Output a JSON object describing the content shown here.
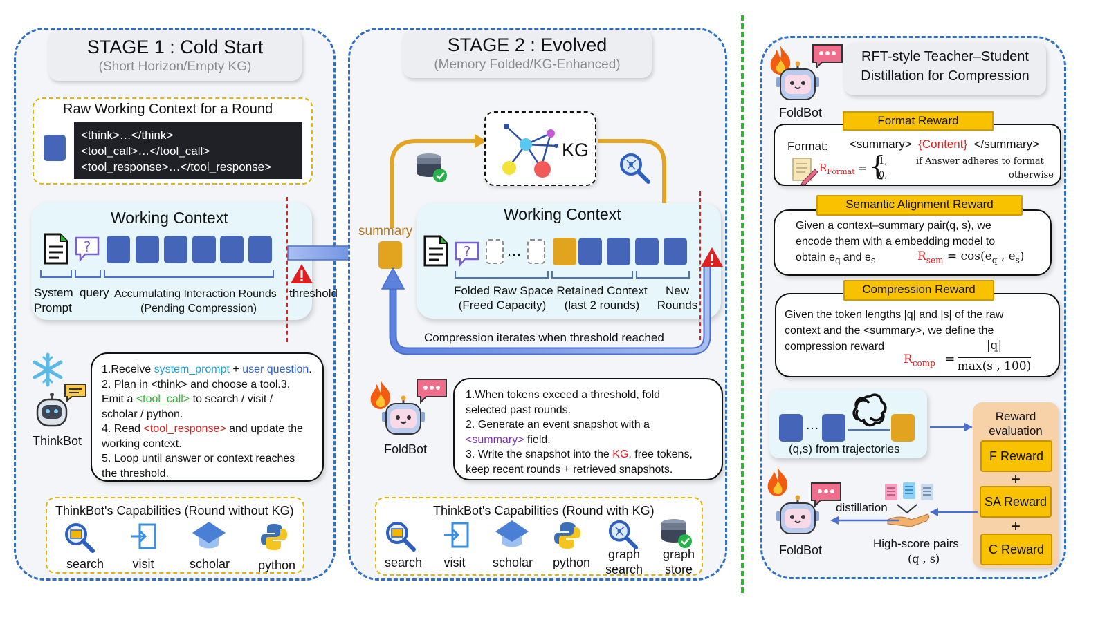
{
  "stage1": {
    "title": "STAGE 1 : Cold Start",
    "subtitle": "(Short Horizon/Empty KG)",
    "raw_context": {
      "title": "Raw Working Context for a Round",
      "lines": [
        "<think>…</think>",
        "<tool_call>…</tool_call>",
        "<tool_response>…</tool_response>"
      ]
    },
    "working_context": {
      "title": "Working Context",
      "system_prompt": "System\nPrompt",
      "query": "query",
      "accumulating": "Accumulating Interaction Rounds",
      "pending": "(Pending Compression)",
      "threshold": "threshold"
    },
    "bot_name": "ThinkBot",
    "steps": {
      "s1_a": "1.Receive ",
      "s1_sys": "system_prompt",
      "s1_plus": " + ",
      "s1_user": "user question",
      "s1_end": ".",
      "s2": "2. Plan in <think> and choose a tool.3.",
      "s3_a": "Emit a ",
      "s3_tool": "<tool_call>",
      "s3_b": " to search / visit /",
      "s3_c": "scholar / python.",
      "s4_a": "4. Read ",
      "s4_tool": "<tool_response>",
      "s4_b": " and update the",
      "s4_c": "working context.",
      "s5_a": "5. Loop until answer or context reaches",
      "s5_b": "the threshold."
    },
    "capabilities": {
      "title": "ThinkBot's Capabilities (Round without KG)",
      "items": [
        "search",
        "visit",
        "scholar",
        "python"
      ]
    }
  },
  "stage2": {
    "title": "STAGE 2 : Evolved",
    "subtitle": "(Memory Folded/KG-Enhanced)",
    "kg": "KG",
    "summary": "summary",
    "working_context": {
      "title": "Working Context",
      "folded": "Folded Raw Space",
      "folded_sub": "(Freed Capacity)",
      "retained": "Retained Context",
      "retained_sub": "(last 2 rounds)",
      "new": "New",
      "new_sub": "Rounds"
    },
    "loop_label": "Compression iterates when threshold reached",
    "bot_name": "FoldBot",
    "steps": {
      "s1_a": "1.When tokens exceed a threshold, fold",
      "s1_b": "selected past rounds.",
      "s2_a": "2. Generate an event snapshot with a",
      "s2_tag": "<summary>",
      "s2_b": " field.",
      "s3_a": "3. Write the snapshot into the ",
      "s3_kg": "KG",
      "s3_b": ", free tokens,",
      "s3_c": "keep recent rounds + retrieved snapshots."
    },
    "capabilities": {
      "title": "ThinkBot's Capabilities (Round with KG)",
      "items": [
        "search",
        "visit",
        "scholar",
        "python",
        "graph\nsearch",
        "graph\nstore"
      ]
    }
  },
  "stage3": {
    "title_a": "RFT-style Teacher–Student",
    "title_b": "Distillation for Compression",
    "bot_name": "FoldBot",
    "format_reward": {
      "tag": "Format Reward",
      "format_label": "Format:",
      "open": "<summary>",
      "content": "{Content}",
      "close": "</summary>",
      "r_sym": "R",
      "r_sub": "Format",
      "case1_val": "1,",
      "case1_txt": "if Answer adheres to format",
      "case2_val": "0,",
      "case2_txt": "otherwise"
    },
    "semantic_reward": {
      "tag": "Semantic Alignment Reward",
      "line1": "Given a context–summary pair(q, s), we",
      "line2": "encode them with a embedding model to",
      "line3_a": "obtain e",
      "line3_q": "q",
      "line3_b": " and e",
      "line3_s": "s",
      "formula_r": "R",
      "formula_sub": "sem",
      "formula_eq": " = cos(e",
      "formula_q": "q",
      "formula_mid": " , e",
      "formula_s": "s",
      "formula_end": ")"
    },
    "compression_reward": {
      "tag": "Compression Reward",
      "line1": "Given the token lengths |q| and |s| of the raw",
      "line2": "context and the <summary>, we define the",
      "line3": "compression reward",
      "r_sym": "R",
      "r_sub": "comp",
      "numerator": "|q|",
      "denominator": "max(s , 100)"
    },
    "pairs_label": "(q,s) from trajectories",
    "reward_eval": {
      "title_a": "Reward",
      "title_b": "evaluation",
      "f": "F Reward",
      "sa": "SA Reward",
      "c": "C Reward",
      "plus": "+"
    },
    "distillation": "distillation",
    "high_score": "High-score pairs",
    "high_score_pair": "(q , s)"
  },
  "colors": {
    "panel_border": "#2f6fc4",
    "block_blue": "#4566b8",
    "block_orange": "#e2a31f",
    "reward_yellow": "#f9c200",
    "threshold_red": "#e02020",
    "divider_green": "#2db52d"
  }
}
